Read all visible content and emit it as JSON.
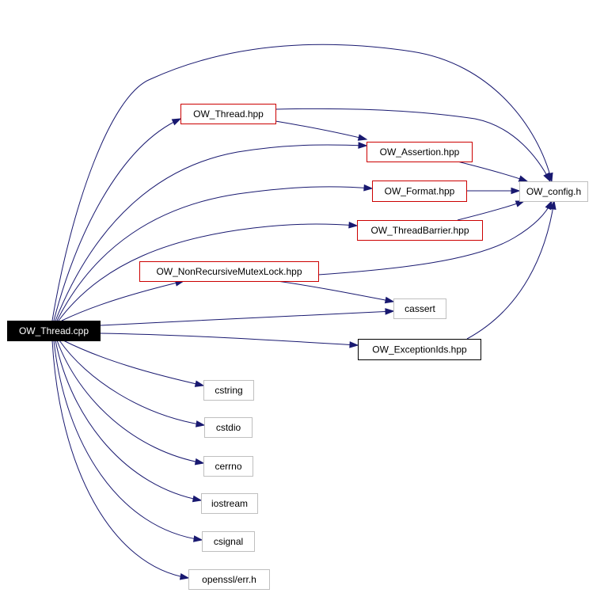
{
  "diagram": {
    "edge_color": "#191970",
    "root_node": "n-ow-thread-cpp",
    "nodes": [
      {
        "id": "n-ow-thread-cpp",
        "label": "OW_Thread.cpp",
        "style": "root",
        "fill": "#000000",
        "border": "#000000",
        "text_color": "#ffffff"
      },
      {
        "id": "n-ow-thread-hpp",
        "label": "OW_Thread.hpp",
        "style": "local",
        "fill": "#ffffff",
        "border": "#cc0000"
      },
      {
        "id": "n-ow-assertion-hpp",
        "label": "OW_Assertion.hpp",
        "style": "local",
        "fill": "#ffffff",
        "border": "#cc0000"
      },
      {
        "id": "n-ow-format-hpp",
        "label": "OW_Format.hpp",
        "style": "local",
        "fill": "#ffffff",
        "border": "#cc0000"
      },
      {
        "id": "n-ow-threadbarrier-hpp",
        "label": "OW_ThreadBarrier.hpp",
        "style": "local",
        "fill": "#ffffff",
        "border": "#cc0000"
      },
      {
        "id": "n-ow-nonrecursivemutexlock-hpp",
        "label": "OW_NonRecursiveMutexLock.hpp",
        "style": "local",
        "fill": "#ffffff",
        "border": "#cc0000"
      },
      {
        "id": "n-ow-config-h",
        "label": "OW_config.h",
        "style": "system",
        "fill": "#ffffff",
        "border": "#bfbfbf"
      },
      {
        "id": "n-cassert",
        "label": "cassert",
        "style": "system",
        "fill": "#ffffff",
        "border": "#bfbfbf"
      },
      {
        "id": "n-ow-exceptionids-hpp",
        "label": "OW_ExceptionIds.hpp",
        "style": "plain",
        "fill": "#ffffff",
        "border": "#000000"
      },
      {
        "id": "n-cstring",
        "label": "cstring",
        "style": "system",
        "fill": "#ffffff",
        "border": "#bfbfbf"
      },
      {
        "id": "n-cstdio",
        "label": "cstdio",
        "style": "system",
        "fill": "#ffffff",
        "border": "#bfbfbf"
      },
      {
        "id": "n-cerrno",
        "label": "cerrno",
        "style": "system",
        "fill": "#ffffff",
        "border": "#bfbfbf"
      },
      {
        "id": "n-iostream",
        "label": "iostream",
        "style": "system",
        "fill": "#ffffff",
        "border": "#bfbfbf"
      },
      {
        "id": "n-csignal",
        "label": "csignal",
        "style": "system",
        "fill": "#ffffff",
        "border": "#bfbfbf"
      },
      {
        "id": "n-openssl-err-h",
        "label": "openssl/err.h",
        "style": "system",
        "fill": "#ffffff",
        "border": "#bfbfbf"
      }
    ],
    "edges": [
      {
        "from": "n-ow-thread-cpp",
        "to": "n-ow-thread-hpp"
      },
      {
        "from": "n-ow-thread-cpp",
        "to": "n-ow-config-h"
      },
      {
        "from": "n-ow-thread-cpp",
        "to": "n-ow-assertion-hpp"
      },
      {
        "from": "n-ow-thread-cpp",
        "to": "n-ow-format-hpp"
      },
      {
        "from": "n-ow-thread-cpp",
        "to": "n-ow-threadbarrier-hpp"
      },
      {
        "from": "n-ow-thread-cpp",
        "to": "n-ow-nonrecursivemutexlock-hpp"
      },
      {
        "from": "n-ow-thread-cpp",
        "to": "n-cassert"
      },
      {
        "from": "n-ow-thread-cpp",
        "to": "n-ow-exceptionids-hpp"
      },
      {
        "from": "n-ow-thread-cpp",
        "to": "n-cstring"
      },
      {
        "from": "n-ow-thread-cpp",
        "to": "n-cstdio"
      },
      {
        "from": "n-ow-thread-cpp",
        "to": "n-cerrno"
      },
      {
        "from": "n-ow-thread-cpp",
        "to": "n-iostream"
      },
      {
        "from": "n-ow-thread-cpp",
        "to": "n-csignal"
      },
      {
        "from": "n-ow-thread-cpp",
        "to": "n-openssl-err-h"
      },
      {
        "from": "n-ow-thread-hpp",
        "to": "n-ow-assertion-hpp"
      },
      {
        "from": "n-ow-thread-hpp",
        "to": "n-ow-config-h"
      },
      {
        "from": "n-ow-assertion-hpp",
        "to": "n-ow-config-h"
      },
      {
        "from": "n-ow-format-hpp",
        "to": "n-ow-config-h"
      },
      {
        "from": "n-ow-threadbarrier-hpp",
        "to": "n-ow-config-h"
      },
      {
        "from": "n-ow-nonrecursivemutexlock-hpp",
        "to": "n-ow-config-h"
      },
      {
        "from": "n-ow-nonrecursivemutexlock-hpp",
        "to": "n-cassert"
      },
      {
        "from": "n-ow-exceptionids-hpp",
        "to": "n-ow-config-h"
      }
    ]
  }
}
